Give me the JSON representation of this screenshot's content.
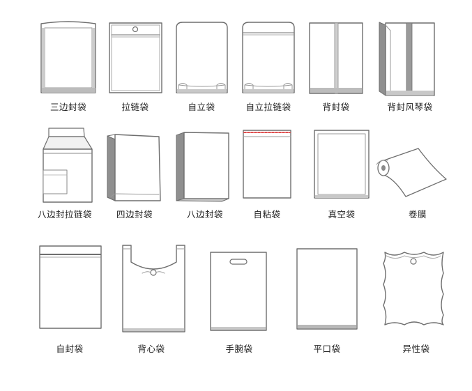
{
  "colors": {
    "outline": "#6e6e6e",
    "fill": "#ffffff",
    "shade": "#bcbcbc",
    "dark": "#8a8a8a",
    "seal": "#e05050",
    "label": "#222222"
  },
  "rows": [
    {
      "items": [
        {
          "name": "three-side-seal-bag",
          "label": "三边封袋"
        },
        {
          "name": "zipper-bag",
          "label": "拉链袋"
        },
        {
          "name": "stand-up-pouch",
          "label": "自立袋"
        },
        {
          "name": "stand-up-zipper-pouch",
          "label": "自立拉链袋"
        },
        {
          "name": "back-seal-bag",
          "label": "背封袋"
        },
        {
          "name": "back-seal-gusset-bag",
          "label": "背封风琴袋"
        }
      ]
    },
    {
      "items": [
        {
          "name": "eight-side-seal-zipper-bag",
          "label": "八边封拉链袋"
        },
        {
          "name": "four-side-seal-bag",
          "label": "四边封袋"
        },
        {
          "name": "eight-side-seal-bag",
          "label": "八边封袋"
        },
        {
          "name": "self-adhesive-bag",
          "label": "自粘袋"
        },
        {
          "name": "vacuum-bag",
          "label": "真空袋"
        },
        {
          "name": "roll-film",
          "label": "卷膜"
        }
      ]
    },
    {
      "items": [
        {
          "name": "self-seal-bag",
          "label": "自封袋"
        },
        {
          "name": "vest-bag",
          "label": "背心袋"
        },
        {
          "name": "die-cut-handle-bag",
          "label": "手腕袋"
        },
        {
          "name": "flat-bag",
          "label": "平口袋"
        },
        {
          "name": "special-shaped-bag",
          "label": "异性袋"
        }
      ]
    }
  ]
}
